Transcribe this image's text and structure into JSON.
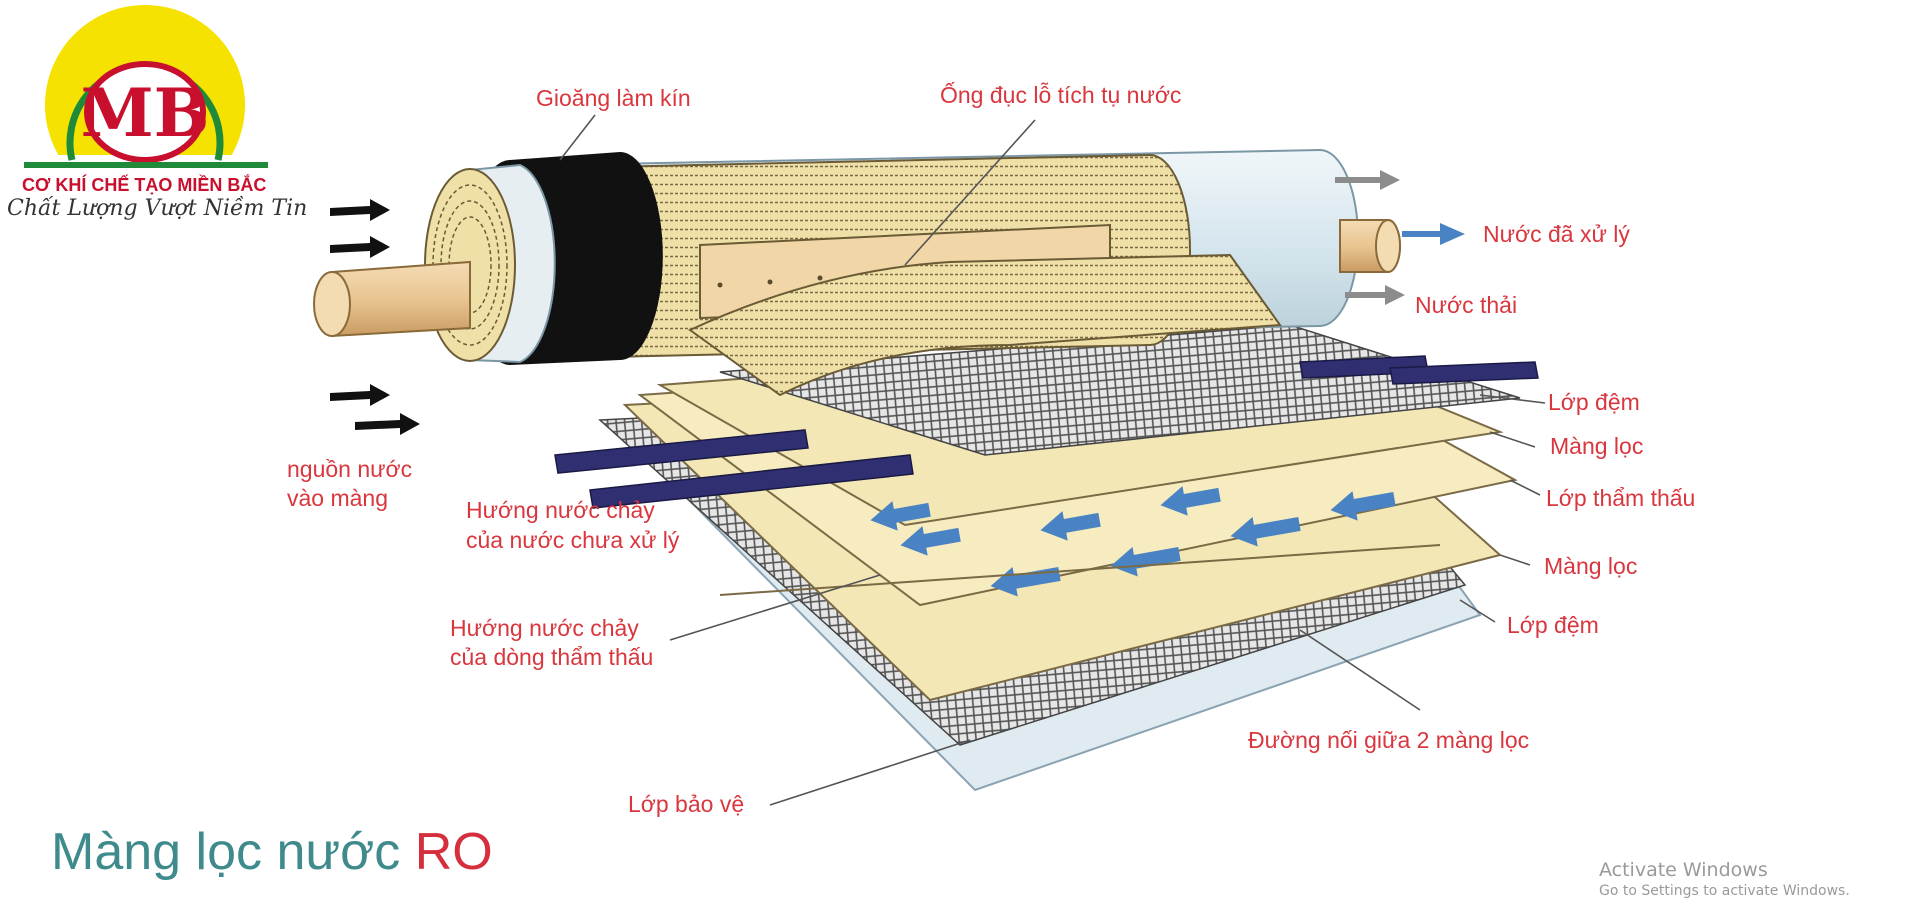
{
  "brand": {
    "initials": "MB",
    "name": "CƠ KHÍ CHẾ TẠO MIỀN BẮC",
    "slogan": "Chất Lượng Vượt Niềm Tin"
  },
  "title": {
    "main": "Màng lọc nước",
    "accent": "RO"
  },
  "labels": {
    "gasket": "Gioăng làm kín",
    "collector_tube": "Ống đục lỗ tích tụ nước",
    "treated_water": "Nước đã xử lý",
    "waste_water": "Nước thải",
    "feed_line1": "nguồn nước",
    "feed_line2": "vào màng",
    "feed_flow_line1": "Hướng nước chảy",
    "feed_flow_line2": "của nước chưa xử lý",
    "permeate_flow_line1": "Hướng nước chảy",
    "permeate_flow_line2": "của dòng thẩm thấu",
    "spacer_top": "Lớp đệm",
    "membrane_top": "Màng lọc",
    "permeate_layer": "Lớp thẩm thấu",
    "membrane_bottom": "Màng lọc",
    "spacer_bottom": "Lớp đệm",
    "glue_line": "Đường nối giữa 2 màng lọc",
    "protective_layer": "Lớp bảo vệ"
  },
  "watermark": {
    "line1": "Activate Windows",
    "line2": "Go to Settings to activate Windows."
  },
  "colors": {
    "label_red": "#d9363e",
    "title_teal": "#3e8a8c",
    "title_red": "#d52e3c",
    "membrane_yellow": "#f3e7b5",
    "shell_light_blue": "#dde9ef",
    "gasket_black": "#111111",
    "tube_navy": "#2f2f72",
    "arrow_blue": "#4a83c3",
    "logo_yellow": "#f5e200",
    "logo_red": "#c8102e",
    "logo_green": "#1f8a3a"
  }
}
